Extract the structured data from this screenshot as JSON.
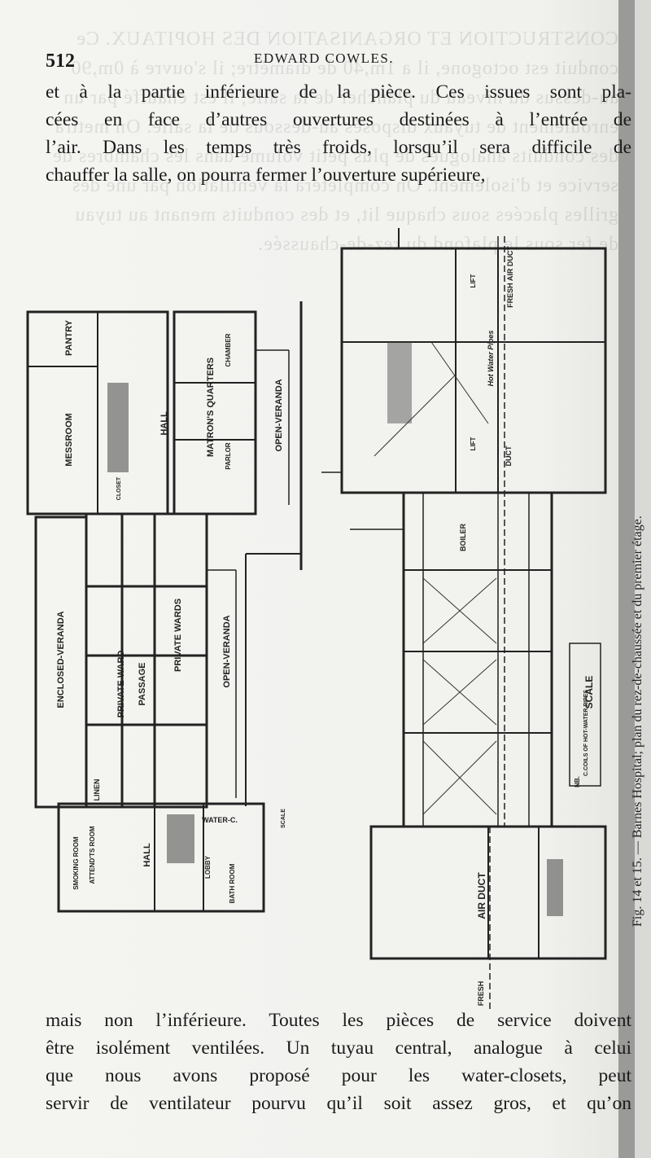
{
  "header": {
    "page_number": "512",
    "running_head": "EDWARD COWLES."
  },
  "text_top": [
    "et à la partie inférieure de la pièce. Ces issues sont pla-",
    "cées en face d’autres ouvertures destinées à l’entrée de",
    "l’air. Dans les temps très froids, lorsqu’il sera difficile de",
    "chauffer la salle, on pourra fermer l’ouverture supérieure,"
  ],
  "text_bottom": [
    "mais non l’inférieure. Toutes les pièces de service doivent",
    "être isolément ventilées. Un tuyau central, analogue à celui",
    "que nous avons proposé pour les water-closets, peut",
    "servir de ventilateur pourvu qu’il soit assez gros, et qu’on"
  ],
  "figure": {
    "caption": "Fig. 14 et 15. — Barnes Hospital; plan du rez-de-chaussée et du premier étage.",
    "left_plan_labels": {
      "pantry": "PANTRY",
      "messroom": "MESSROOM",
      "hall_top": "HALL",
      "matrons_quarters": "MATRON'S QUARTERS",
      "chamber": "CHAMBER",
      "parlor": "PARLOR",
      "open_veranda_top": "OPEN-VERANDA",
      "closet": "CLOSET",
      "enclosed_veranda": "ENCLOSED-VERANDA",
      "private_ward_left": "PRIVATE WARD",
      "passage": "PASSAGE",
      "private_wards": "PRIVATE WARDS",
      "open_veranda_bottom": "OPEN-VERANDA",
      "linen": "LINEN",
      "attendants_room": "ATTEND'TS ROOM",
      "smoking_room": "SMOKING ROOM",
      "hall_bottom": "HALL",
      "water_closet": "WATER-C.",
      "lobby": "LOBBY",
      "bath_room": "BATH ROOM",
      "scale_small": "SCALE"
    },
    "right_plan_labels": {
      "fresh_air_duct_top": "FRESH AIR DUCT",
      "hot_water_pipes": "Hot Water Pipes",
      "lift_top": "LIFT",
      "lift_mid": "LIFT",
      "duct": "DUCT",
      "boiler": "BOILER",
      "air_duct": "AIR DUCT",
      "fresh_bottom": "FRESH",
      "scale": "SCALE",
      "legend_line1": "NB.",
      "legend_line2": "C.COILS OF HOT-WATER PIPES"
    }
  }
}
